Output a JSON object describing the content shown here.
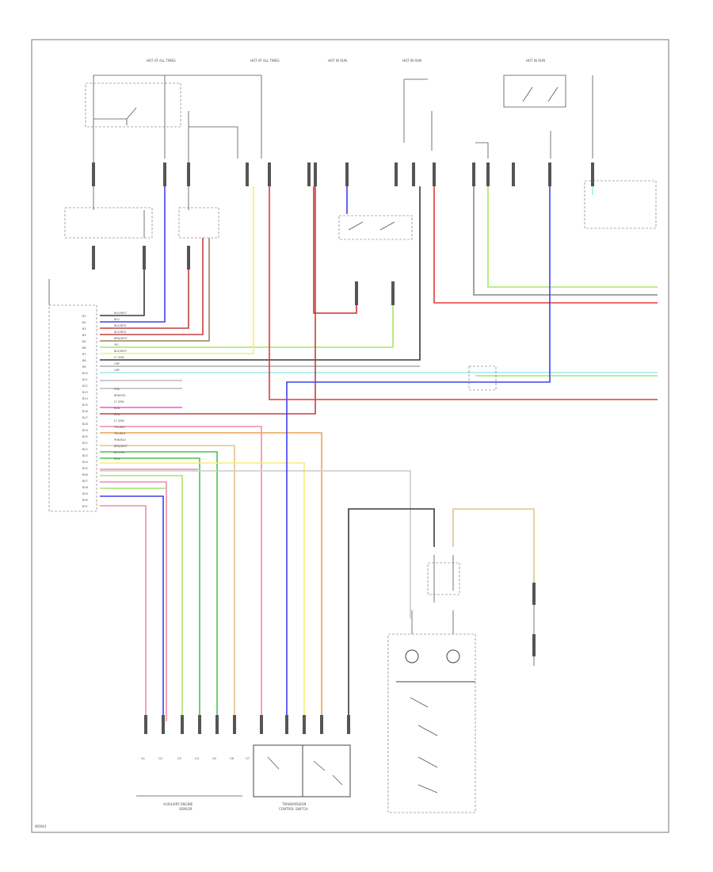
{
  "page_label": "W0044",
  "colors": {
    "black": "#3a3a3a",
    "blue": "#4040ee",
    "red": "#e23a3a",
    "yellow": "#f2ee7a",
    "green": "#4ec24e",
    "light_green": "#a6e66a",
    "cyan": "#9ee9e9",
    "pink": "#f08ab0",
    "orange": "#f0a24a",
    "tan": "#e0c48a",
    "magenta": "#e060d8",
    "gray": "#aaaaaa"
  },
  "ecm_pins": [
    "B1",
    "B2",
    "B3",
    "B4",
    "B5",
    "B6",
    "B7",
    "B8",
    "B9",
    "B10",
    "B11",
    "B12",
    "B13",
    "B14",
    "B15",
    "B16",
    "B17",
    "B18",
    "B19",
    "B20",
    "B21",
    "B22",
    "B23",
    "B24",
    "B25",
    "B26",
    "B27",
    "B28",
    "B29",
    "B30",
    "B31"
  ],
  "ecm_wires": [
    "BLK/WHT",
    "BLU",
    "BLK/RED",
    "BLK/RED",
    "BRN/WHT",
    "YEL",
    "BLK/WHT",
    "LT GRN",
    "GRY",
    "GRY",
    "",
    "",
    "PNK",
    "BRN/YEL",
    "LT GRN",
    "RED",
    "RED",
    "LT GRN",
    "YEL/BLU",
    "YEL/BLU",
    "PNK/BLU",
    "BRN/WHT",
    "BLU/YEL",
    "RED"
  ],
  "top_labels": [
    "HOT AT ALL TIMES",
    "HOT AT ALL TIMES",
    "HOT IN RUN",
    "HOT IN RUN",
    "HOT IN RUN"
  ],
  "bottom_labels": [
    "AUXILIARY ENGINE",
    "SENSOR",
    "TRANSMISSION",
    "CONTROL SWITCH"
  ],
  "ground_labels": [
    "G1",
    "G2",
    "G3",
    "G4",
    "G5",
    "G6",
    "G7"
  ]
}
